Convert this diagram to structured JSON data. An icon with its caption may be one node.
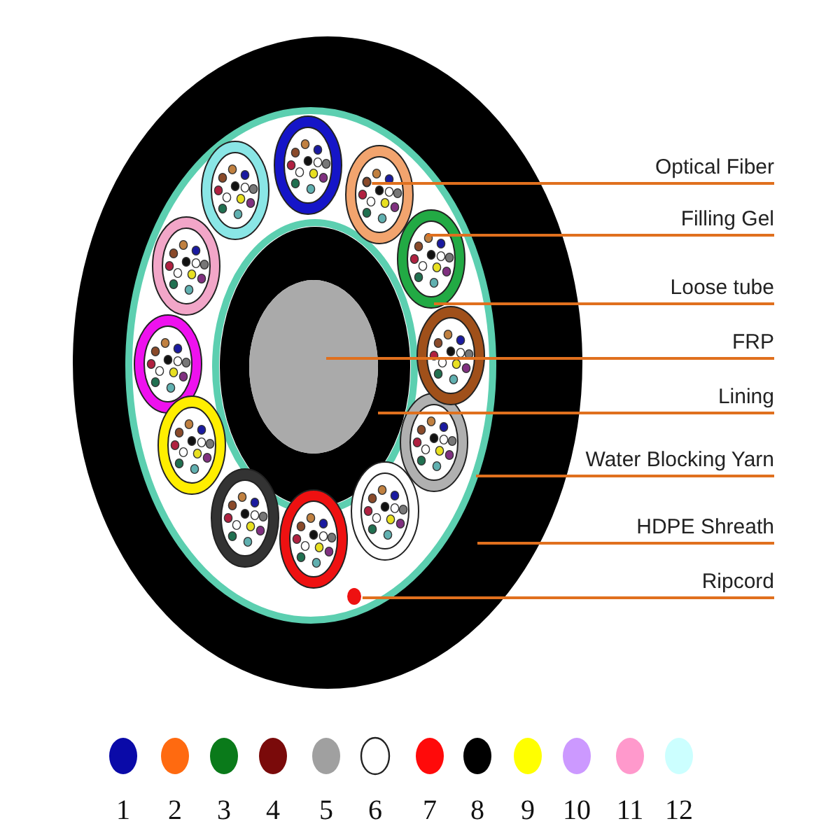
{
  "diagram": {
    "nodes": [
      {
        "text": [
          "Optical Fiber"
        ]
      },
      {
        "text": [
          "Filling Gel"
        ]
      },
      {
        "text": [
          "Loose tube"
        ]
      },
      {
        "text": [
          "FRP"
        ]
      },
      {
        "text": [
          "Lining"
        ]
      },
      {
        "text": [
          "Water Blocking Yarn"
        ]
      },
      {
        "text": [
          "HDPE Shreath"
        ]
      },
      {
        "text": [
          "Ripcord"
        ]
      },
      {
        "text": [],
        "shape": "circle",
        "in": 14
      },
      {
        "text": [],
        "shape": "circle",
        "in": 14
      },
      {
        "text": [],
        "shape": "circle",
        "in": 11
      },
      {
        "text": [],
        "shape": "circle",
        "in": 14
      },
      {
        "text": [],
        "shape": "circle"
      },
      {
        "text": [],
        "shape": "circle",
        "in": 14
      },
      {
        "text": [],
        "shape": "circle",
        "in": 12
      }
    ],
    "edges": [
      {
        "from": 0,
        "to": 8,
        "arrow": "none"
      },
      {
        "from": 1,
        "to": 9,
        "arrow": "none"
      },
      {
        "from": 2,
        "to": 9,
        "arrow": "none"
      },
      {
        "from": 3,
        "to": 10,
        "arrow": "none"
      },
      {
        "from": 4,
        "to": 11,
        "arrow": "none"
      },
      {
        "from": 5,
        "to": 14,
        "arrow": "none"
      },
      {
        "from": 6,
        "to": 12,
        "arrow": "none"
      },
      {
        "from": 7,
        "to": 13,
        "arrow": "none"
      }
    ],
    "legend": [
      {
        "text": "1",
        "color": "#0a0aa8"
      },
      {
        "text": "2",
        "color": "#ff6a10"
      },
      {
        "text": "3",
        "color": "#0a7a1a"
      },
      {
        "text": "4",
        "color": "#7a0a0a"
      },
      {
        "text": "5",
        "color": "#a0a0a0"
      },
      {
        "text": "6",
        "color": "#ffffff"
      },
      {
        "text": "7",
        "color": "#ff0a0a"
      },
      {
        "text": "8",
        "color": "#000000"
      },
      {
        "text": "9",
        "color": "#ffff00"
      },
      {
        "text": "10",
        "color": "#cc99ff"
      },
      {
        "text": "11",
        "color": "#ff99cc"
      },
      {
        "text": "12",
        "color": "#ccffff"
      }
    ]
  }
}
